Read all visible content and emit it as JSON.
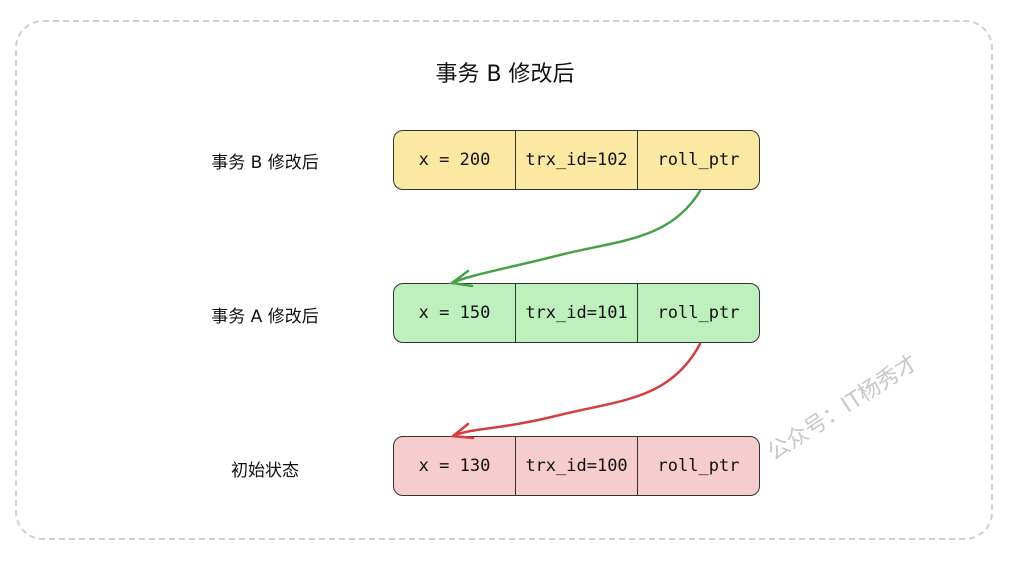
{
  "title": "事务 B 修改后",
  "rows": [
    {
      "label": "事务 B 修改后",
      "value": "x = 200",
      "trx_id": "trx_id=102",
      "ptr": "roll_ptr",
      "color": "#fbe9a3"
    },
    {
      "label": "事务 A 修改后",
      "value": "x = 150",
      "trx_id": "trx_id=101",
      "ptr": "roll_ptr",
      "color": "#bdf0bd"
    },
    {
      "label": "初始状态",
      "value": "x = 130",
      "trx_id": "trx_id=100",
      "ptr": "roll_ptr",
      "color": "#f7cccc"
    }
  ],
  "arrows": [
    {
      "from": "row-0-roll_ptr",
      "to": "row-1",
      "color": "#4aa04a"
    },
    {
      "from": "row-1-roll_ptr",
      "to": "row-2",
      "color": "#d23f3f"
    }
  ],
  "watermark": "公众号：IT杨秀才"
}
